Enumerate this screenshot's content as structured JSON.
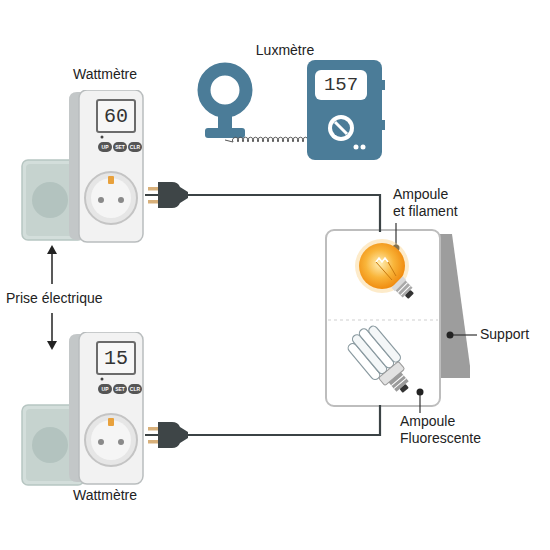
{
  "diagram": {
    "nodes": [
      {
        "text": [
          "Wattmètre",
          "60"
        ]
      },
      {
        "text": [
          "Luxmètre",
          "157"
        ]
      },
      {
        "text": [
          "Ampoule et filament"
        ]
      },
      {
        "text": [
          "Ampoule Fluorescente"
        ]
      },
      {
        "text": [
          "15",
          "Wattmètre"
        ]
      }
    ],
    "edges": [
      {
        "from": 0,
        "to": 2,
        "arrow": "none"
      },
      {
        "from": 4,
        "to": 3,
        "arrow": "none"
      }
    ],
    "labels": [
      "UP",
      "SET",
      "CLR",
      "Prise électrique",
      "Support",
      "UP",
      "SET",
      "CLR"
    ]
  }
}
